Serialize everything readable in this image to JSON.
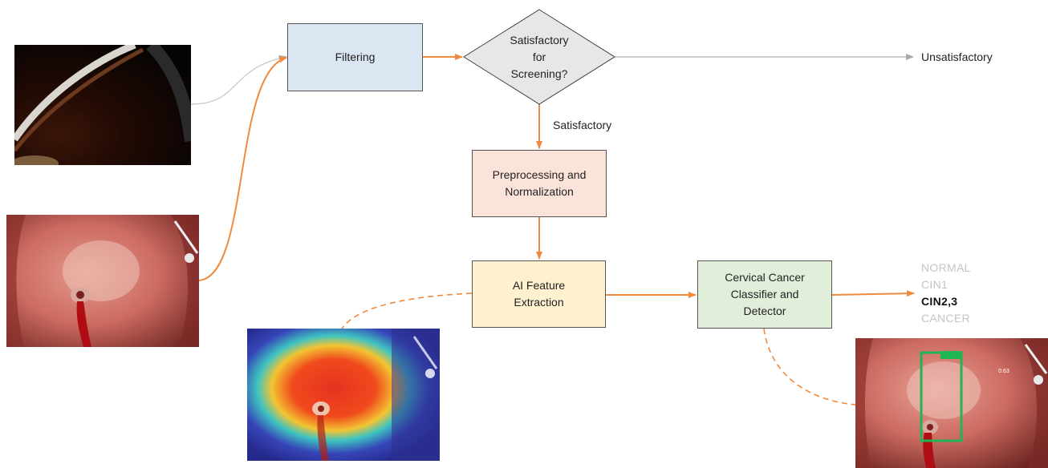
{
  "nodes": {
    "filtering": "Filtering",
    "decision": "Satisfactory\nfor\nScreening?",
    "preprocessing": "Preprocessing and\nNormalization",
    "feature_extraction": "AI Feature\nExtraction",
    "classifier": "Cervical Cancer\nClassifier and\nDetector"
  },
  "edge_labels": {
    "unsatisfactory": "Unsatisfactory",
    "satisfactory": "Satisfactory"
  },
  "classes": [
    {
      "label": "NORMAL",
      "selected": false
    },
    {
      "label": "CIN1",
      "selected": false
    },
    {
      "label": "CIN2,3",
      "selected": true
    },
    {
      "label": "CANCER",
      "selected": false
    }
  ],
  "detection": {
    "score": "0.63"
  },
  "colors": {
    "arrow_orange": "#f08a3c",
    "arrow_gray": "#b0b0b0",
    "filtering_fill": "#dae6f2",
    "decision_fill": "#e7e7e7",
    "preprocessing_fill": "#fbe3d9",
    "feature_fill": "#fdf1cf",
    "classifier_fill": "#e1efda",
    "class_muted": "#c4c4c4",
    "class_selected": "#111111",
    "detection_box": "#1fb553"
  },
  "images": [
    {
      "name": "unsatisfactory-photo"
    },
    {
      "name": "cervix-photo"
    },
    {
      "name": "heatmap-photo"
    },
    {
      "name": "detection-photo"
    }
  ]
}
